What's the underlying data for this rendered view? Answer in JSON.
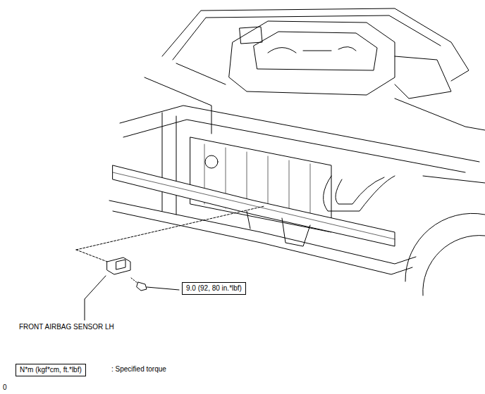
{
  "diagram": {
    "nodes": [
      {
        "text": [
          "9.0 (92, 80 in.*lbf)"
        ]
      },
      {
        "text": [
          "N*m (kgf*cm, ft.*lbf)"
        ]
      }
    ],
    "labels": [
      "FRONT AIRBAG SENSOR LH",
      ": Specified torque",
      "0"
    ]
  }
}
